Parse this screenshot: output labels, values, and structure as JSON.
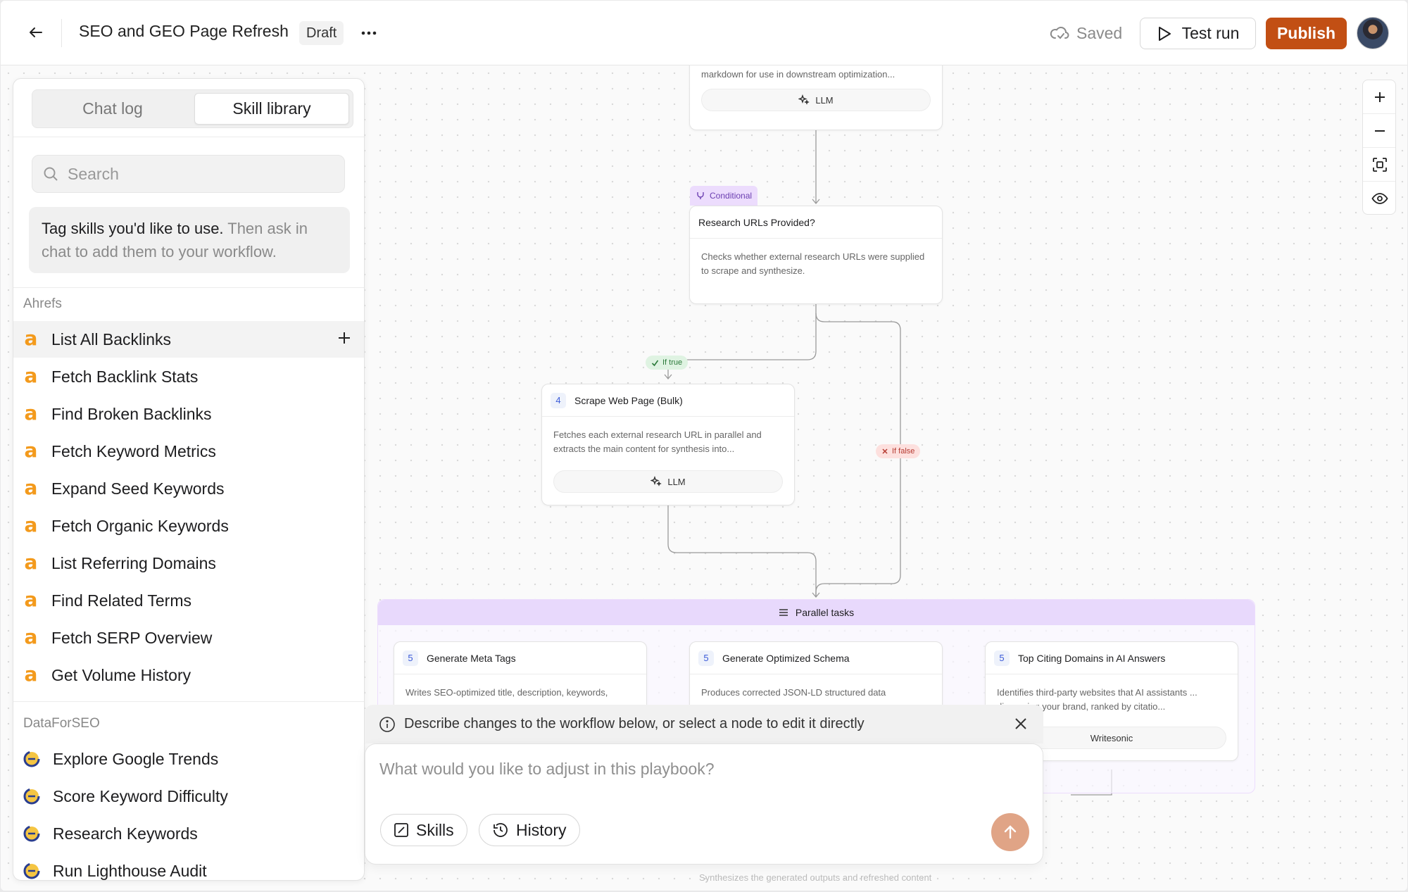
{
  "header": {
    "title": "SEO and GEO Page Refresh",
    "status_badge": "Draft",
    "saved_label": "Saved",
    "test_run_label": "Test run",
    "publish_label": "Publish"
  },
  "colors": {
    "publish": "#c24f14",
    "ahrefs": "#f39a1c",
    "conditional": "#ecdcfd",
    "if_true": "#dff3e2",
    "if_false": "#fde0de",
    "send_button": "#e0a486"
  },
  "sidebar": {
    "tabs": [
      {
        "label": "Chat log",
        "active": false
      },
      {
        "label": "Skill library",
        "active": true
      }
    ],
    "search_placeholder": "Search",
    "hint_strong": "Tag skills you'd like to use.",
    "hint_rest": " Then ask in chat to add them to your workflow.",
    "groups": [
      {
        "label": "Ahrefs",
        "icon": "ahrefs-logo",
        "items": [
          "List All Backlinks",
          "Fetch Backlink Stats",
          "Find Broken Backlinks",
          "Fetch Keyword Metrics",
          "Expand Seed Keywords",
          "Fetch Organic Keywords",
          "List Referring Domains",
          "Find Related Terms",
          "Fetch SERP Overview",
          "Get Volume History"
        ]
      },
      {
        "label": "DataForSEO",
        "icon": "dataforseo-logo",
        "items": [
          "Explore Google Trends",
          "Score Keyword Difficulty",
          "Research Keywords",
          "Run Lighthouse Audit"
        ]
      }
    ]
  },
  "canvas": {
    "top_node": {
      "desc": "markdown for use in downstream optimization...",
      "tool": "LLM"
    },
    "conditional": {
      "tag": "Conditional",
      "title": "Research URLs Provided?",
      "desc": "Checks whether external research URLs were supplied to scrape and synthesize."
    },
    "branch_true": "If true",
    "branch_false": "If false",
    "scrape_node": {
      "num": "4",
      "title": "Scrape Web Page (Bulk)",
      "desc": "Fetches each external research URL in parallel and extracts the main content for synthesis into...",
      "tool": "LLM"
    },
    "parallel": {
      "title": "Parallel tasks",
      "tasks": [
        {
          "num": "5",
          "title": "Generate Meta Tags",
          "desc": "Writes SEO-optimized title, description, keywords,"
        },
        {
          "num": "5",
          "title": "Generate Optimized Schema",
          "desc": "Produces corrected JSON-LD structured data"
        },
        {
          "num": "5",
          "title": "Top Citing Domains in AI Answers",
          "desc": "Identifies third-party websites that AI assistants ... discussing your brand, ranked by citatio...",
          "tool": "Writesonic"
        }
      ]
    },
    "faded_footer": "Synthesizes the generated outputs and refreshed content"
  },
  "prompt": {
    "info": "Describe changes to the workflow below, or select a node to edit it directly",
    "placeholder": "What would you like to adjust in this playbook?",
    "skills_label": "Skills",
    "history_label": "History"
  }
}
